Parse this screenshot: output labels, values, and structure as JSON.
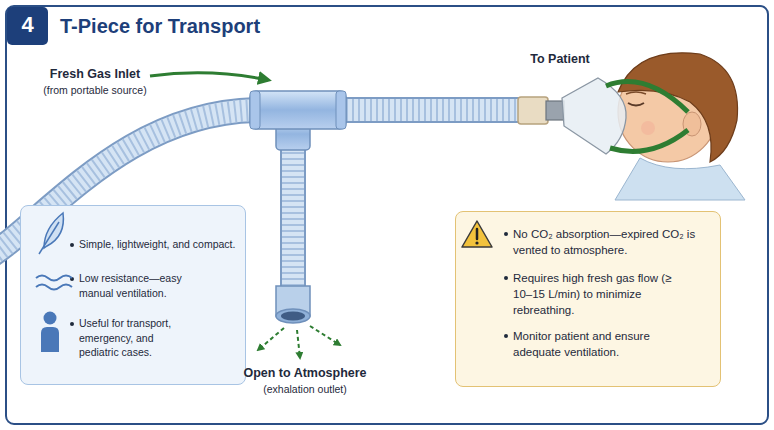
{
  "diagram": {
    "title": "T-Piece for Transport",
    "nodes": [
      {
        "text": [
          "Simple, lightweight, and compact.",
          "Low resistance—easy manual ventilation.",
          "Useful for transport, emergency, and pediatric cases."
        ]
      },
      {
        "text": [
          "No CO₂ absorption—expired CO₂ is vented to atmosphere.",
          "Requires high fresh gas flow (≥ 10–15 L/min) to minimize rebreathing.",
          "Monitor patient and ensure adequate ventilation."
        ]
      }
    ],
    "labels": [
      "4",
      "Fresh Gas Inlet",
      "(from portable source)",
      "To Patient",
      "Open to Atmosphere",
      "(exhalation outlet)"
    ]
  }
}
